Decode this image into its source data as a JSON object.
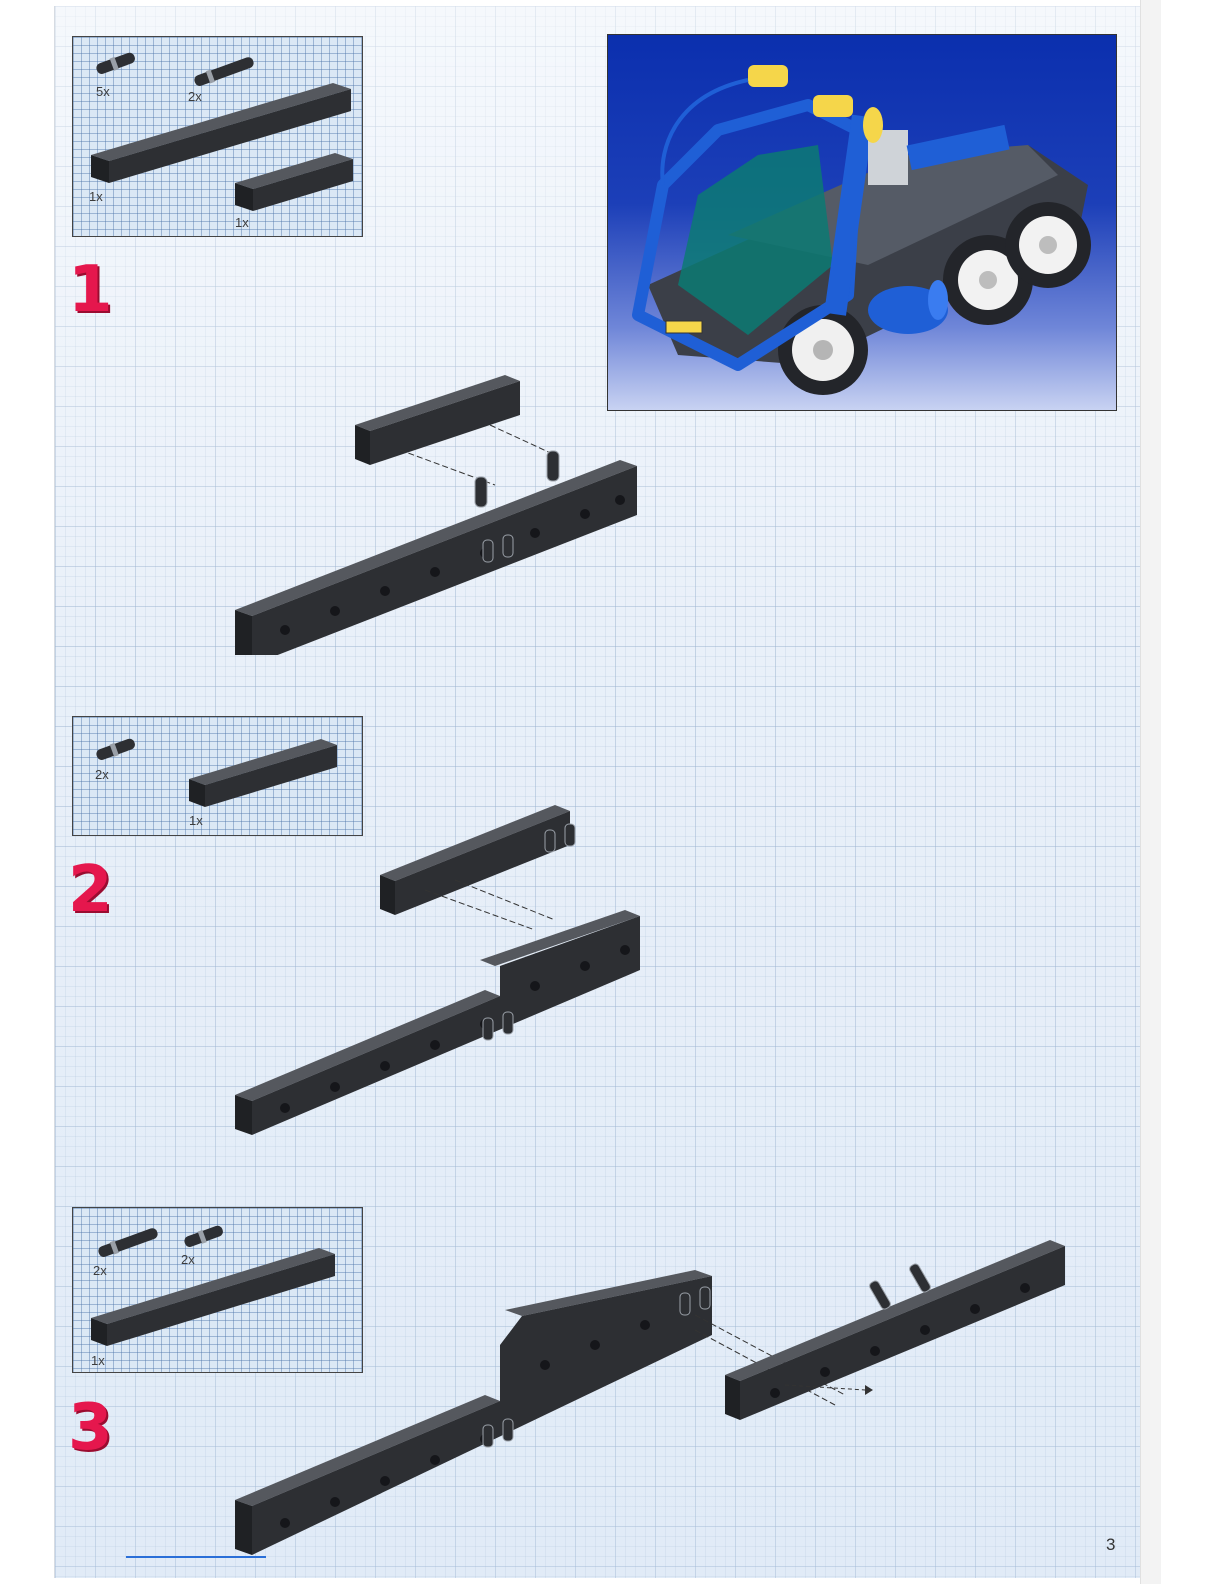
{
  "steps": [
    {
      "number": "1",
      "parts": [
        "5x",
        "2x",
        "1x",
        "1x"
      ]
    },
    {
      "number": "2",
      "parts": [
        "2x",
        "1x"
      ]
    },
    {
      "number": "3",
      "parts": [
        "2x",
        "2x",
        "1x"
      ]
    }
  ],
  "page_number": "3",
  "colors": {
    "step_number": "#e5174d",
    "brick": "#2d2f33",
    "photo_bg": "#0b2fae",
    "truck_blue": "#1f5fd6"
  }
}
